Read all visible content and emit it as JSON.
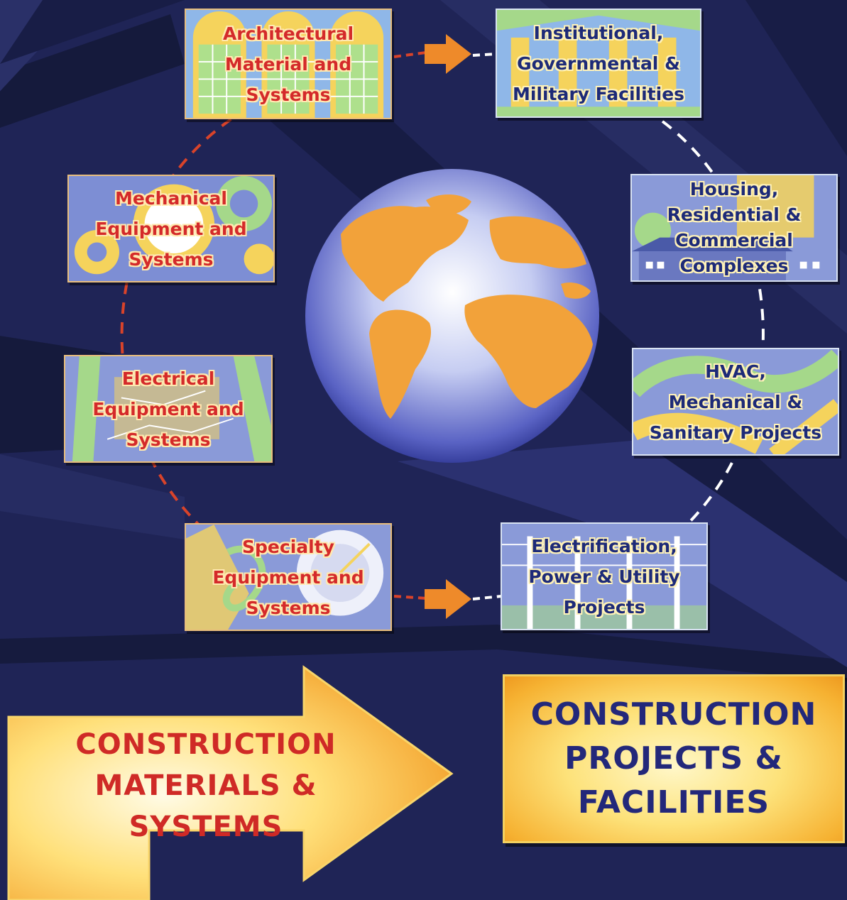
{
  "colors": {
    "background": "#1f2456",
    "materials_text": "#d42a2a",
    "projects_text": "#1d2a78",
    "banner_yellow": "#fde27a",
    "banner_orange": "#f6b232",
    "arrow_orange": "#ee8a2a"
  },
  "materials": [
    {
      "lines": [
        "Architectural",
        "Material and",
        "Systems"
      ]
    },
    {
      "lines": [
        "Mechanical",
        "Equipment and",
        "Systems"
      ]
    },
    {
      "lines": [
        "Electrical",
        "Equipment and",
        "Systems"
      ]
    },
    {
      "lines": [
        "Specialty",
        "Equipment and",
        "Systems"
      ]
    }
  ],
  "projects": [
    {
      "lines": [
        "Institutional,",
        "Governmental &",
        "Military Facilities"
      ]
    },
    {
      "lines": [
        "Housing,",
        "Residential &",
        "Commercial",
        "Complexes"
      ]
    },
    {
      "lines": [
        "HVAC,",
        "Mechanical &",
        "Sanitary Projects"
      ]
    },
    {
      "lines": [
        "Electrification,",
        "Power & Utility",
        "Projects"
      ]
    }
  ],
  "banners": {
    "materials": [
      "CONSTRUCTION",
      "MATERIALS & SYSTEMS"
    ],
    "projects": [
      "CONSTRUCTION",
      "PROJECTS &",
      "FACILITIES"
    ]
  },
  "icons": {
    "center": "globe-icon",
    "connector": "arrow-right-icon"
  }
}
